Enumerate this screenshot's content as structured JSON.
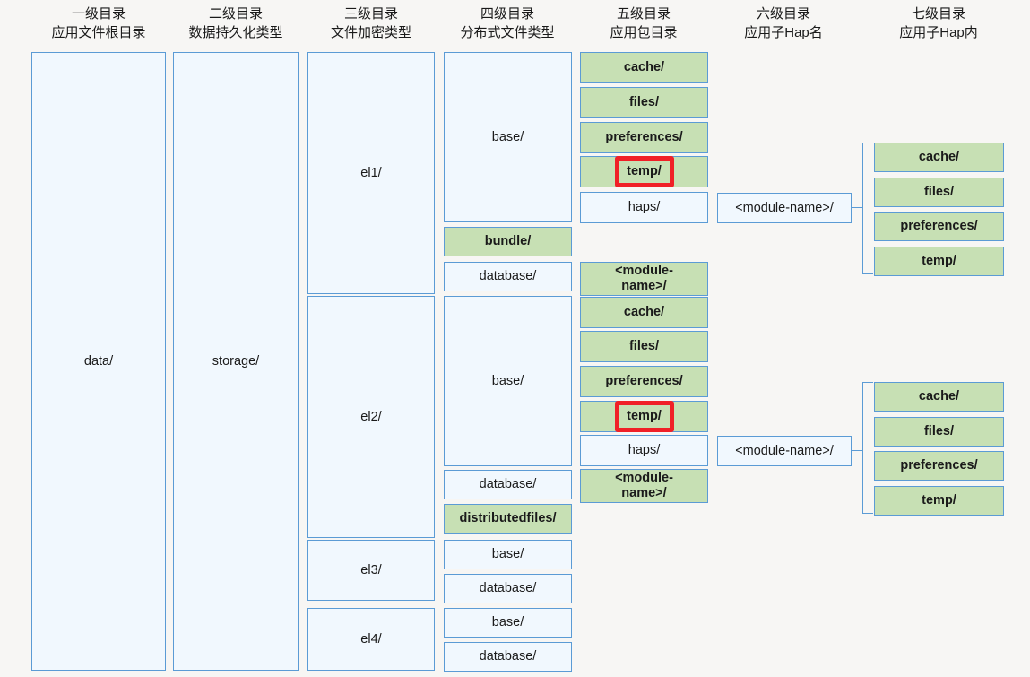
{
  "diagram": {
    "title": "HarmonyOS application file directory structure",
    "colors": {
      "background": "#f7f6f4",
      "box_border": "#5b9bd5",
      "box_fill_blue": "#f1f8fe",
      "box_fill_green": "#c7e0b4",
      "highlight": "#f02027",
      "text": "#1a1a1a"
    }
  },
  "headers": [
    {
      "level": "一级目录",
      "desc": "应用文件根目录"
    },
    {
      "level": "二级目录",
      "desc": "数据持久化类型"
    },
    {
      "level": "三级目录",
      "desc": "文件加密类型"
    },
    {
      "level": "四级目录",
      "desc": "分布式文件类型"
    },
    {
      "level": "五级目录",
      "desc": "应用包目录"
    },
    {
      "level": "六级目录",
      "desc": "应用子Hap名"
    },
    {
      "level": "七级目录",
      "desc": "应用子Hap内"
    }
  ],
  "col1": [
    {
      "label": "data/"
    }
  ],
  "col2": [
    {
      "label": "storage/"
    }
  ],
  "col3": [
    {
      "label": "el1/"
    },
    {
      "label": "el2/"
    },
    {
      "label": "el3/"
    },
    {
      "label": "el4/"
    }
  ],
  "col4": [
    {
      "label": "base/"
    },
    {
      "label": "bundle/"
    },
    {
      "label": "database/"
    },
    {
      "label": "base/"
    },
    {
      "label": "database/"
    },
    {
      "label": "distributedfiles/"
    },
    {
      "label": "base/"
    },
    {
      "label": "database/"
    },
    {
      "label": "base/"
    },
    {
      "label": "database/"
    }
  ],
  "col5": [
    {
      "label": "cache/"
    },
    {
      "label": "files/"
    },
    {
      "label": "preferences/"
    },
    {
      "label": "temp/"
    },
    {
      "label": "haps/"
    },
    {
      "label": "<module-\nname>/"
    },
    {
      "label": "cache/"
    },
    {
      "label": "files/"
    },
    {
      "label": "preferences/"
    },
    {
      "label": "temp/"
    },
    {
      "label": "haps/"
    },
    {
      "label": "<module-\nname>/"
    }
  ],
  "col6": [
    {
      "label": "<module-name>/"
    },
    {
      "label": "<module-name>/"
    }
  ],
  "col7_group1": [
    {
      "label": "cache/"
    },
    {
      "label": "files/"
    },
    {
      "label": "preferences/"
    },
    {
      "label": "temp/"
    }
  ],
  "col7_group2": [
    {
      "label": "cache/"
    },
    {
      "label": "files/"
    },
    {
      "label": "preferences/"
    },
    {
      "label": "temp/"
    }
  ],
  "highlights": [
    {
      "target": "col5-temp-el1"
    },
    {
      "target": "col5-temp-el2"
    }
  ]
}
